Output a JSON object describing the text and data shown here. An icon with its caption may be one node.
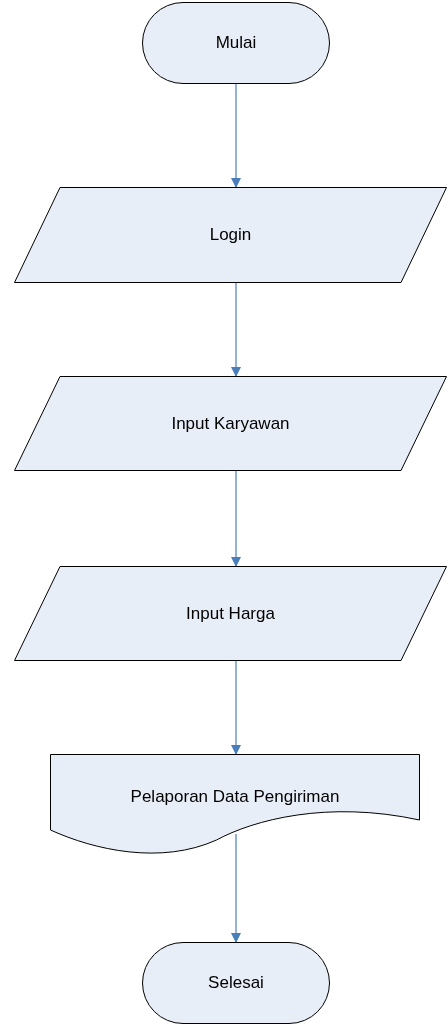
{
  "diagram": {
    "nodes": [
      {
        "text": [
          "Mulai"
        ]
      },
      {
        "text": [
          "Login"
        ]
      },
      {
        "text": [
          "Input Karyawan"
        ]
      },
      {
        "text": [
          "Input Harga"
        ]
      },
      {
        "text": [
          "Pelaporan Data Pengiriman"
        ]
      },
      {
        "text": [
          "Selesai"
        ]
      }
    ],
    "edges": [
      {
        "from": 0,
        "to": 1,
        "arrow": "to"
      },
      {
        "from": 1,
        "to": 2,
        "arrow": "to"
      },
      {
        "from": 2,
        "to": 3,
        "arrow": "to"
      },
      {
        "from": 3,
        "to": 4,
        "arrow": "to"
      },
      {
        "from": 4,
        "to": 5,
        "arrow": "to"
      }
    ]
  }
}
